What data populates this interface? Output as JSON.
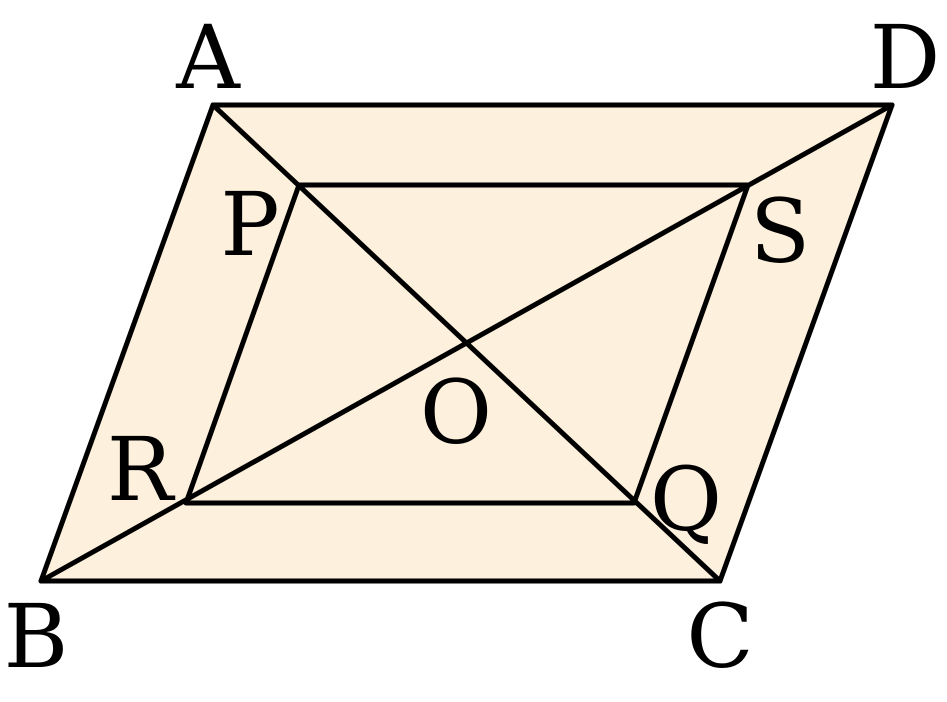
{
  "colors": {
    "fill": "#fdf0dc",
    "stroke": "#000000"
  },
  "labels": {
    "A": "A",
    "B": "B",
    "C": "C",
    "D": "D",
    "P": "P",
    "Q": "Q",
    "R": "R",
    "S": "S",
    "O": "O"
  }
}
